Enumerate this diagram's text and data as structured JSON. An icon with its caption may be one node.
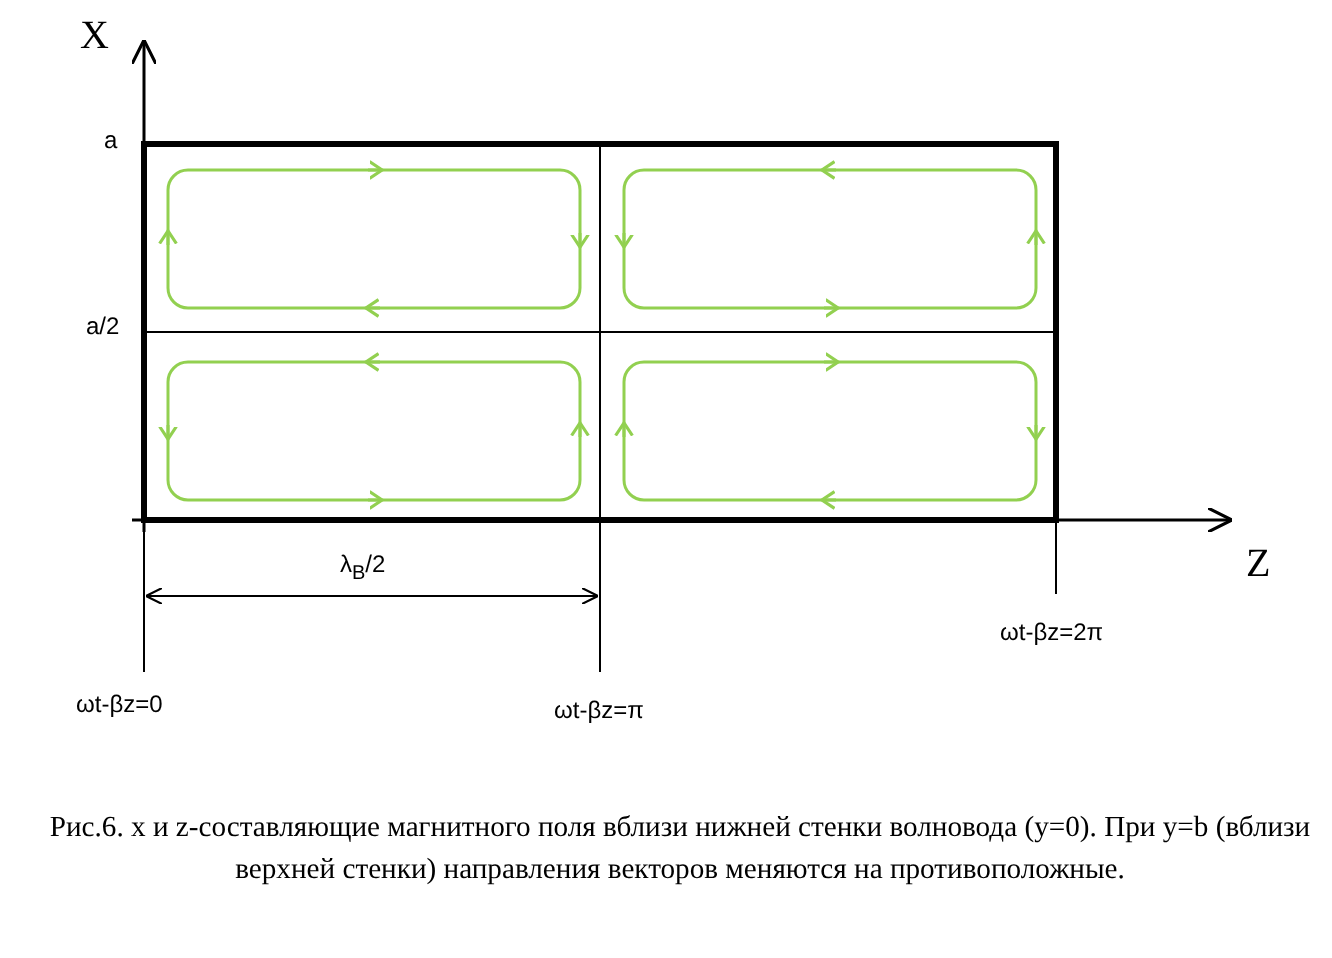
{
  "diagram": {
    "caption": "Рис.6. x и z-составляющие магнитного поля вблизи нижней стенки волновода (y=0). При y=b (вблизи верхней стенки) направления векторов меняются на противоположные.",
    "labels": [
      "X",
      "a",
      "a/2",
      "λ$_{B}$/2",
      "Z",
      "ωt-βz=2π",
      "ωt-βz=0",
      "ωt-βz=π"
    ]
  }
}
